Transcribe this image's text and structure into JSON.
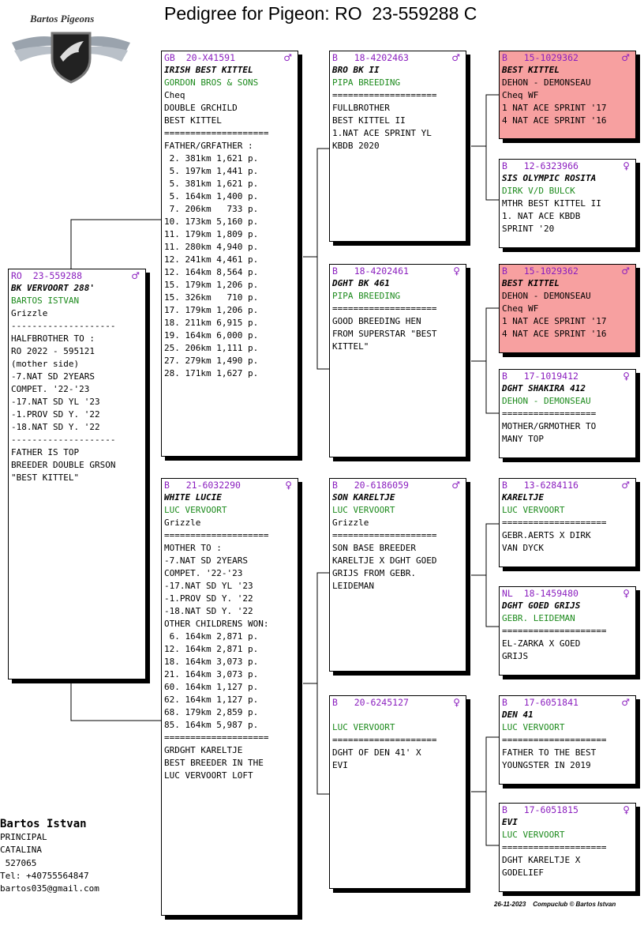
{
  "page_title": "Pedigree for Pigeon: RO  23-559288 C",
  "logo": {
    "text": "Bartos Pigeons"
  },
  "cards": [
    {
      "id": "subject",
      "ring": "RO  23-559288",
      "sex": "♂",
      "red": false,
      "lines": [
        {
          "t": "BK VERVOORT 288'",
          "c": "name"
        },
        {
          "t": "BARTOS ISTVAN",
          "c": "breeder"
        },
        {
          "t": "Grizzle",
          "c": ""
        },
        {
          "t": "--------------------",
          "c": ""
        },
        {
          "t": "HALFBROTHER TO :",
          "c": ""
        },
        {
          "t": "RO 2022 - 595121",
          "c": ""
        },
        {
          "t": "(mother side)",
          "c": ""
        },
        {
          "t": "-7.NAT SD 2YEARS",
          "c": ""
        },
        {
          "t": "COMPET. '22-'23",
          "c": ""
        },
        {
          "t": "-17.NAT SD YL '23",
          "c": ""
        },
        {
          "t": "-1.PROV SD Y. '22",
          "c": ""
        },
        {
          "t": "-18.NAT SD Y. '22",
          "c": ""
        },
        {
          "t": "--------------------",
          "c": ""
        },
        {
          "t": "FATHER IS TOP",
          "c": ""
        },
        {
          "t": "BREEDER DOUBLE GRSON",
          "c": ""
        },
        {
          "t": "\"BEST KITTEL\"",
          "c": ""
        }
      ]
    },
    {
      "id": "sire",
      "ring": "GB  20-X41591",
      "sex": "♂",
      "red": false,
      "lines": [
        {
          "t": "IRISH BEST KITTEL",
          "c": "name"
        },
        {
          "t": "GORDON BROS & SONS",
          "c": "breeder"
        },
        {
          "t": "Cheq",
          "c": ""
        },
        {
          "t": "DOUBLE GRCHILD",
          "c": ""
        },
        {
          "t": "BEST KITTEL",
          "c": ""
        },
        {
          "t": "====================",
          "c": ""
        },
        {
          "t": "FATHER/GRFATHER :",
          "c": ""
        },
        {
          "t": " 2. 381km 1,621 p.",
          "c": ""
        },
        {
          "t": " 5. 197km 1,441 p.",
          "c": ""
        },
        {
          "t": " 5. 381km 1,621 p.",
          "c": ""
        },
        {
          "t": " 5. 164km 1,400 p.",
          "c": ""
        },
        {
          "t": " 7. 206km   733 p.",
          "c": ""
        },
        {
          "t": "10. 173km 5,160 p.",
          "c": ""
        },
        {
          "t": "11. 179km 1,809 p.",
          "c": ""
        },
        {
          "t": "11. 280km 4,940 p.",
          "c": ""
        },
        {
          "t": "12. 241km 4,461 p.",
          "c": ""
        },
        {
          "t": "12. 164km 8,564 p.",
          "c": ""
        },
        {
          "t": "15. 179km 1,206 p.",
          "c": ""
        },
        {
          "t": "15. 326km   710 p.",
          "c": ""
        },
        {
          "t": "17. 179km 1,206 p.",
          "c": ""
        },
        {
          "t": "18. 211km 6,915 p.",
          "c": ""
        },
        {
          "t": "19. 164km 6,000 p.",
          "c": ""
        },
        {
          "t": "25. 206km 1,111 p.",
          "c": ""
        },
        {
          "t": "27. 279km 1,490 p.",
          "c": ""
        },
        {
          "t": "28. 171km 1,627 p.",
          "c": ""
        }
      ]
    },
    {
      "id": "dam",
      "ring": "B   21-6032290",
      "sex": "♀",
      "red": false,
      "lines": [
        {
          "t": "WHITE LUCIE",
          "c": "name"
        },
        {
          "t": "LUC VERVOORT",
          "c": "breeder"
        },
        {
          "t": "Grizzle",
          "c": ""
        },
        {
          "t": "====================",
          "c": ""
        },
        {
          "t": "MOTHER TO :",
          "c": ""
        },
        {
          "t": "-7.NAT SD 2YEARS",
          "c": ""
        },
        {
          "t": "COMPET. '22-'23",
          "c": ""
        },
        {
          "t": "-17.NAT SD YL '23",
          "c": ""
        },
        {
          "t": "-1.PROV SD Y. '22",
          "c": ""
        },
        {
          "t": "-18.NAT SD Y. '22",
          "c": ""
        },
        {
          "t": "OTHER CHILDRENS WON:",
          "c": ""
        },
        {
          "t": " 6. 164km 2,871 p.",
          "c": ""
        },
        {
          "t": "12. 164km 2,871 p.",
          "c": ""
        },
        {
          "t": "18. 164km 3,073 p.",
          "c": ""
        },
        {
          "t": "21. 164km 3,073 p.",
          "c": ""
        },
        {
          "t": "60. 164km 1,127 p.",
          "c": ""
        },
        {
          "t": "62. 164km 1,127 p.",
          "c": ""
        },
        {
          "t": "68. 179km 2,859 p.",
          "c": ""
        },
        {
          "t": "85. 164km 5,987 p.",
          "c": ""
        },
        {
          "t": "====================",
          "c": ""
        },
        {
          "t": "GRDGHT KARELTJE",
          "c": ""
        },
        {
          "t": "BEST BREEDER IN THE",
          "c": ""
        },
        {
          "t": "LUC VERVOORT LOFT",
          "c": ""
        }
      ]
    },
    {
      "id": "ss",
      "ring": "B   18-4202463",
      "sex": "♂",
      "red": false,
      "lines": [
        {
          "t": "BRO BK II",
          "c": "name"
        },
        {
          "t": "PIPA BREEDING",
          "c": "breeder"
        },
        {
          "t": "====================",
          "c": ""
        },
        {
          "t": "FULLBROTHER",
          "c": ""
        },
        {
          "t": "BEST KITTEL II",
          "c": ""
        },
        {
          "t": "1.NAT ACE SPRINT YL",
          "c": ""
        },
        {
          "t": "KBDB 2020",
          "c": ""
        }
      ]
    },
    {
      "id": "sd",
      "ring": "B   18-4202461",
      "sex": "♀",
      "red": false,
      "lines": [
        {
          "t": "DGHT BK 461",
          "c": "name"
        },
        {
          "t": "PIPA BREEDING",
          "c": "breeder"
        },
        {
          "t": "====================",
          "c": ""
        },
        {
          "t": "GOOD BREEDING HEN",
          "c": ""
        },
        {
          "t": "FROM SUPERSTAR \"BEST",
          "c": ""
        },
        {
          "t": "KITTEL\"",
          "c": ""
        }
      ]
    },
    {
      "id": "ds",
      "ring": "B   20-6186059",
      "sex": "♂",
      "red": false,
      "lines": [
        {
          "t": "SON KARELTJE",
          "c": "name"
        },
        {
          "t": "LUC VERVOORT",
          "c": "breeder"
        },
        {
          "t": "Grizzle",
          "c": ""
        },
        {
          "t": "====================",
          "c": ""
        },
        {
          "t": "SON BASE BREEDER",
          "c": ""
        },
        {
          "t": "KARELTJE X DGHT GOED",
          "c": ""
        },
        {
          "t": "GRIJS FROM GEBR.",
          "c": ""
        },
        {
          "t": "LEIDEMAN",
          "c": ""
        }
      ]
    },
    {
      "id": "dd",
      "ring": "B   20-6245127",
      "sex": "♀",
      "red": false,
      "lines": [
        {
          "t": "",
          "c": "name"
        },
        {
          "t": "LUC VERVOORT",
          "c": "breeder"
        },
        {
          "t": "====================",
          "c": ""
        },
        {
          "t": "DGHT OF DEN 41' X",
          "c": ""
        },
        {
          "t": "EVI",
          "c": ""
        }
      ]
    },
    {
      "id": "sss",
      "ring": "B   15-1029362",
      "sex": "♂",
      "red": true,
      "lines": [
        {
          "t": "BEST KITTEL",
          "c": "name"
        },
        {
          "t": "DEHON - DEMONSEAU",
          "c": ""
        },
        {
          "t": "Cheq WF",
          "c": ""
        },
        {
          "t": "1 NAT ACE SPRINT '17",
          "c": ""
        },
        {
          "t": "4 NAT ACE SPRINT '16",
          "c": ""
        }
      ]
    },
    {
      "id": "ssd",
      "ring": "B   12-6323966",
      "sex": "♀",
      "red": false,
      "lines": [
        {
          "t": "SIS OLYMPIC ROSITA",
          "c": "name"
        },
        {
          "t": "DIRK V/D BULCK",
          "c": "breeder"
        },
        {
          "t": "MTHR BEST KITTEL II",
          "c": ""
        },
        {
          "t": "1. NAT ACE KBDB",
          "c": ""
        },
        {
          "t": "SPRINT '20",
          "c": ""
        }
      ]
    },
    {
      "id": "sds",
      "ring": "B   15-1029362",
      "sex": "♂",
      "red": true,
      "lines": [
        {
          "t": "BEST KITTEL",
          "c": "name"
        },
        {
          "t": "DEHON - DEMONSEAU",
          "c": ""
        },
        {
          "t": "Cheq WF",
          "c": ""
        },
        {
          "t": "1 NAT ACE SPRINT '17",
          "c": ""
        },
        {
          "t": "4 NAT ACE SPRINT '16",
          "c": ""
        }
      ]
    },
    {
      "id": "sdd",
      "ring": "B   17-1019412",
      "sex": "♀",
      "red": false,
      "lines": [
        {
          "t": "DGHT SHAKIRA 412",
          "c": "name"
        },
        {
          "t": "DEHON - DEMONSEAU",
          "c": "breeder"
        },
        {
          "t": "==================",
          "c": ""
        },
        {
          "t": "MOTHER/GRMOTHER TO",
          "c": ""
        },
        {
          "t": "MANY TOP",
          "c": ""
        }
      ]
    },
    {
      "id": "dss",
      "ring": "B   13-6284116",
      "sex": "♂",
      "red": false,
      "lines": [
        {
          "t": "KARELTJE",
          "c": "name"
        },
        {
          "t": "LUC VERVOORT",
          "c": "breeder"
        },
        {
          "t": "====================",
          "c": ""
        },
        {
          "t": "GEBR.AERTS X DIRK",
          "c": ""
        },
        {
          "t": "VAN DYCK",
          "c": ""
        }
      ]
    },
    {
      "id": "dsd",
      "ring": "NL  18-1459480",
      "sex": "♀",
      "red": false,
      "lines": [
        {
          "t": "DGHT GOED GRIJS",
          "c": "name"
        },
        {
          "t": "GEBR. LEIDEMAN",
          "c": "breeder"
        },
        {
          "t": "====================",
          "c": ""
        },
        {
          "t": "EL-ZARKA X GOED",
          "c": ""
        },
        {
          "t": "GRIJS",
          "c": ""
        }
      ]
    },
    {
      "id": "dds",
      "ring": "B   17-6051841",
      "sex": "♂",
      "red": false,
      "lines": [
        {
          "t": "DEN 41",
          "c": "name"
        },
        {
          "t": "LUC VERVOORT",
          "c": "breeder"
        },
        {
          "t": "====================",
          "c": ""
        },
        {
          "t": "FATHER TO THE BEST",
          "c": ""
        },
        {
          "t": "YOUNGSTER IN 2019",
          "c": ""
        }
      ]
    },
    {
      "id": "ddd",
      "ring": "B   17-6051815",
      "sex": "♀",
      "red": false,
      "lines": [
        {
          "t": "EVI",
          "c": "name"
        },
        {
          "t": "LUC VERVOORT",
          "c": "breeder"
        },
        {
          "t": "====================",
          "c": ""
        },
        {
          "t": "DGHT KARELTJE X",
          "c": ""
        },
        {
          "t": "GODELIEF",
          "c": ""
        }
      ]
    }
  ],
  "owner": {
    "name": "Bartos Istvan",
    "lines": [
      "PRINCIPAL",
      "CATALINA",
      " 527065",
      "Tel: +40755564847",
      "bartos035@gmail.com"
    ]
  },
  "footer": "26-11-2023    Compuclub © Bartos Istvan",
  "colors": {
    "ring": "#8b1fbf",
    "breeder": "#1c8a1c",
    "highlight": "#f7a0a0"
  }
}
